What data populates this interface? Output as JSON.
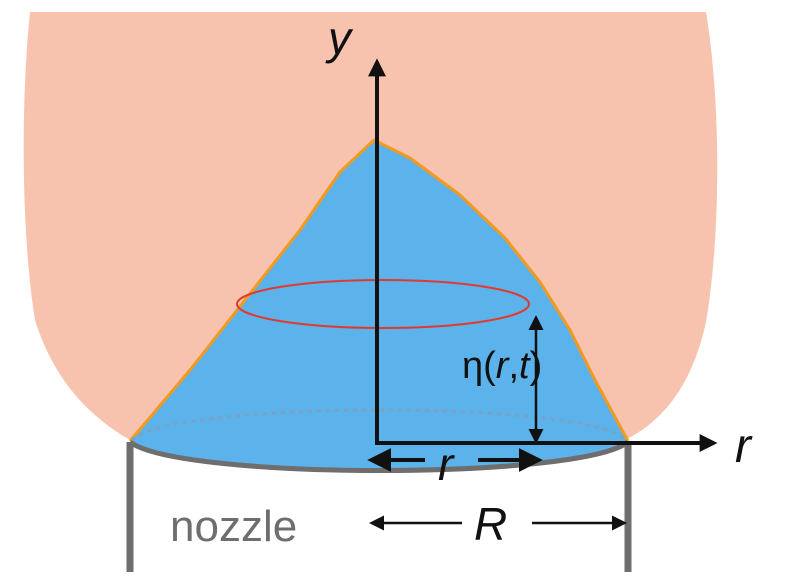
{
  "labels": {
    "y_axis": "y",
    "r_axis": "r",
    "eta": "η(",
    "eta_r": "r",
    "eta_comma": ",",
    "eta_t": "t",
    "eta_close": ")",
    "radius_small": "r",
    "radius_big": "R",
    "nozzle": "nozzle"
  },
  "colors": {
    "background_shell": "#F8C3AE",
    "liquid": "#5CB2EA",
    "interface": "#F39A1E",
    "ring": "#E03A2E",
    "axes": "#111111",
    "nozzle": "#6E6E6E",
    "dotted": "#7AA3C2"
  }
}
